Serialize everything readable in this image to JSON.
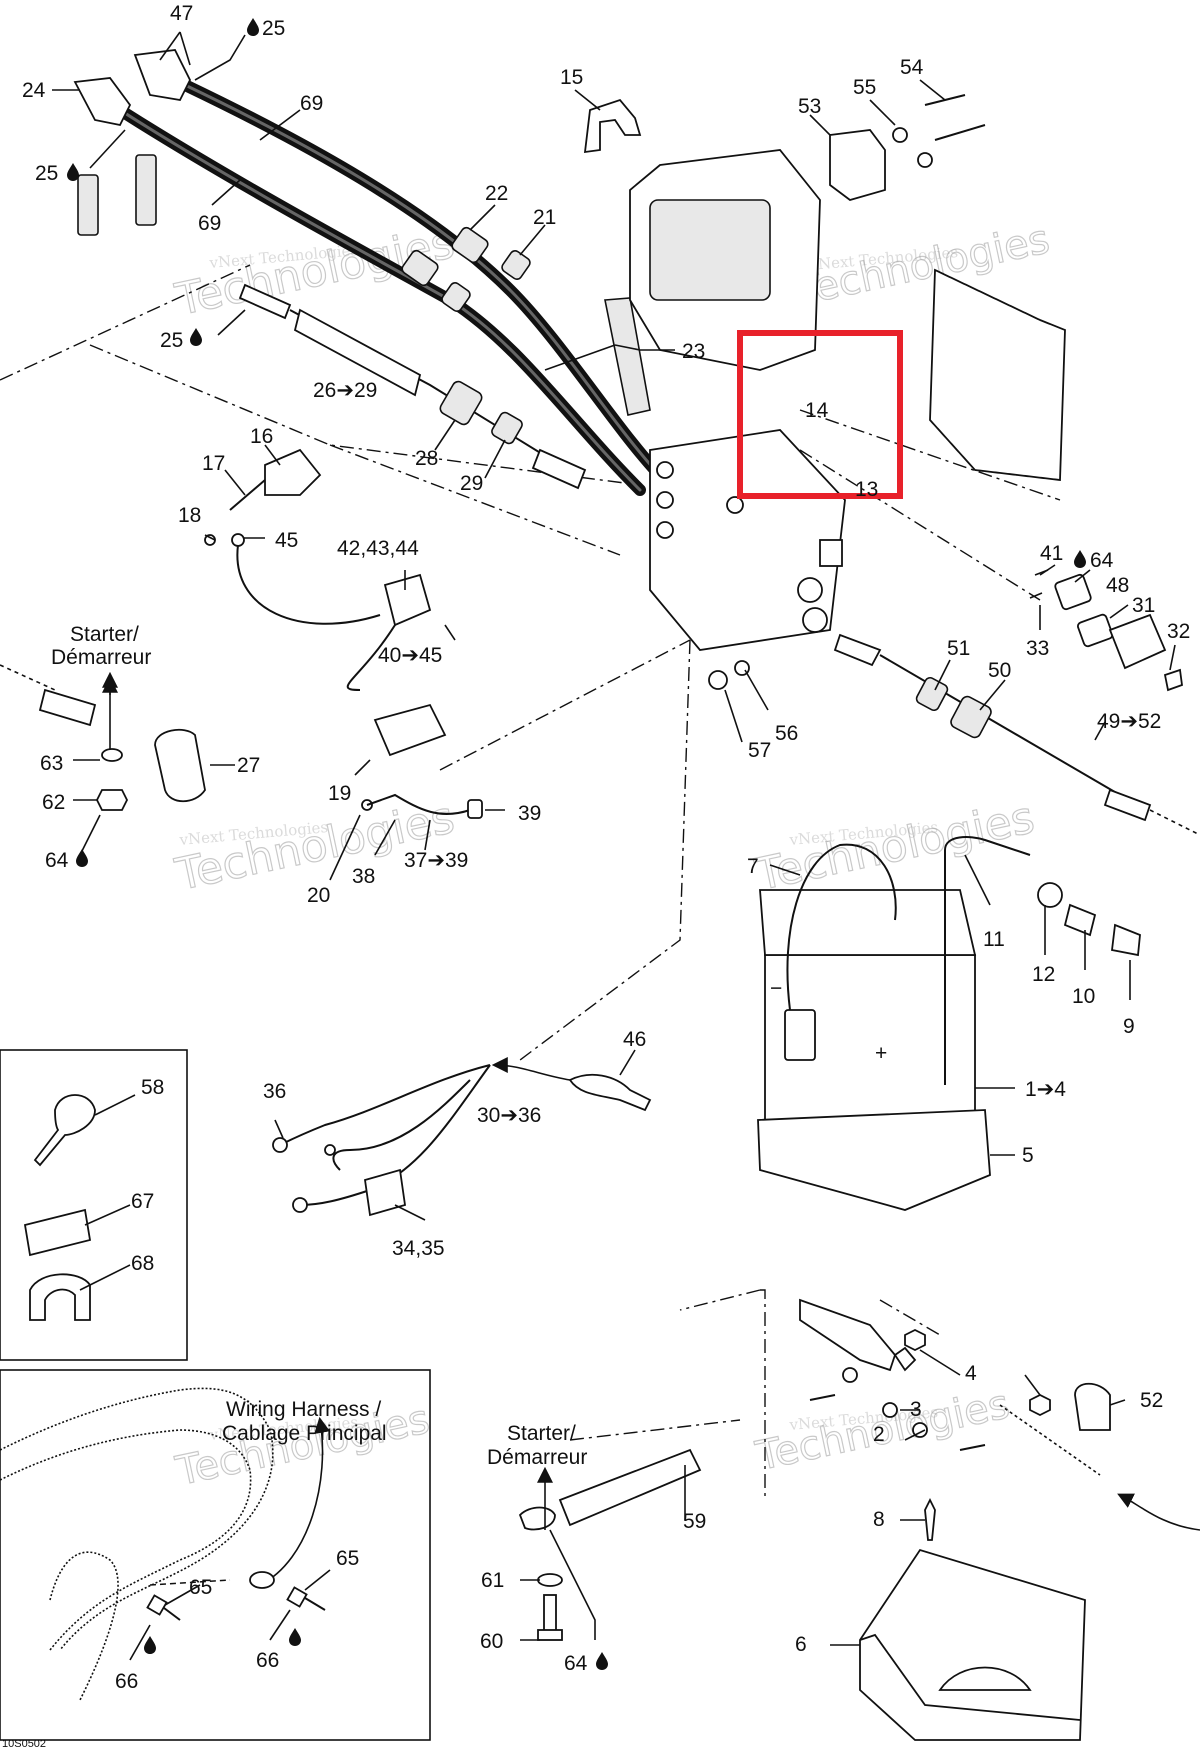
{
  "highlight_color": "#e8212a",
  "watermark": {
    "line1": "vNext",
    "line2": "Technologies",
    "small": "vNext Technologies"
  },
  "footer_code": "10S0502",
  "labels": {
    "l47": "47",
    "l25a": "25",
    "l24": "24",
    "l25b": "25",
    "l69a": "69",
    "l69b": "69",
    "l15": "15",
    "l54": "54",
    "l55": "55",
    "l53": "53",
    "l22": "22",
    "l21": "21",
    "l25c": "25",
    "l23": "23",
    "l26_29": "26➔29",
    "l14": "14",
    "l13": "13",
    "l16": "16",
    "l17": "17",
    "l28": "28",
    "l29": "29",
    "l18": "18",
    "l45": "45",
    "l42_44": "42,43,44",
    "l41": "41",
    "l64a": "64",
    "l48": "48",
    "l31": "31",
    "l32": "32",
    "l33": "33",
    "l40_45": "40➔45",
    "l51": "51",
    "l50": "50",
    "l56": "56",
    "l57": "57",
    "l49_52": "49➔52",
    "starter1": "Starter/",
    "demarreur1": "Démarreur",
    "l63": "63",
    "l27": "27",
    "l19": "19",
    "l62": "62",
    "l39": "39",
    "l64b": "64",
    "l20": "20",
    "l38": "38",
    "l37_39": "37➔39",
    "l7": "7",
    "l11": "11",
    "l12": "12",
    "l10": "10",
    "l9": "9",
    "l1_4": "1➔4",
    "l5": "5",
    "l58": "58",
    "l36": "36",
    "l46": "46",
    "l30_36": "30➔36",
    "l67": "67",
    "l68": "68",
    "l34_35": "34,35",
    "l4": "4",
    "l52": "52",
    "l3": "3",
    "l2": "2",
    "l8": "8",
    "wh1": "Wiring Harness /",
    "wh2": "Cablage Principal",
    "starter2": "Starter/",
    "demarreur2": "Démarreur",
    "l59": "59",
    "l65a": "65",
    "l65b": "65",
    "l61": "61",
    "l60": "60",
    "l64c": "64",
    "l66a": "66",
    "l66b": "66",
    "l6": "6"
  },
  "icons": {
    "grease": "grease-drop-icon",
    "arrow": "arrow-icon"
  }
}
